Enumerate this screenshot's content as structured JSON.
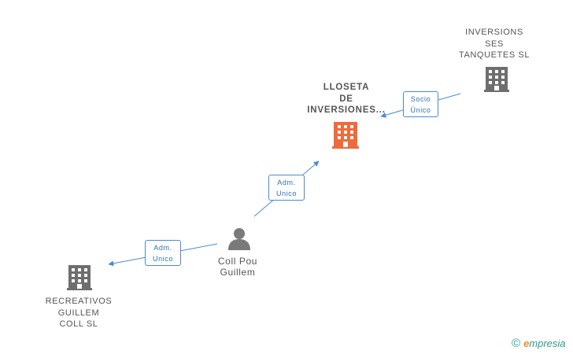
{
  "nodes": {
    "lloseta": {
      "lines": [
        "LLOSETA",
        "DE",
        "INVERSIONES..."
      ],
      "color": "#f06a3a"
    },
    "inversions": {
      "lines": [
        "INVERSIONS",
        "SES",
        "TANQUETES  SL"
      ],
      "color": "#6e6e6e"
    },
    "recreativos": {
      "lines": [
        "RECREATIVOS",
        "GUILLEM",
        "COLL SL"
      ],
      "color": "#6e6e6e"
    },
    "person": {
      "lines": [
        "Coll Pou",
        "Guillem"
      ],
      "color": "#7a7a7a"
    }
  },
  "relations": {
    "socio_unico": [
      "Socio",
      "Único"
    ],
    "adm_lloseta": [
      "Adm.",
      "Unico"
    ],
    "adm_recreativos": [
      "Adm.",
      "Unico"
    ]
  },
  "colors": {
    "edge": "#4a8ad4"
  },
  "brand": {
    "symbol": "©",
    "initial": "e",
    "rest": "mpresia"
  }
}
